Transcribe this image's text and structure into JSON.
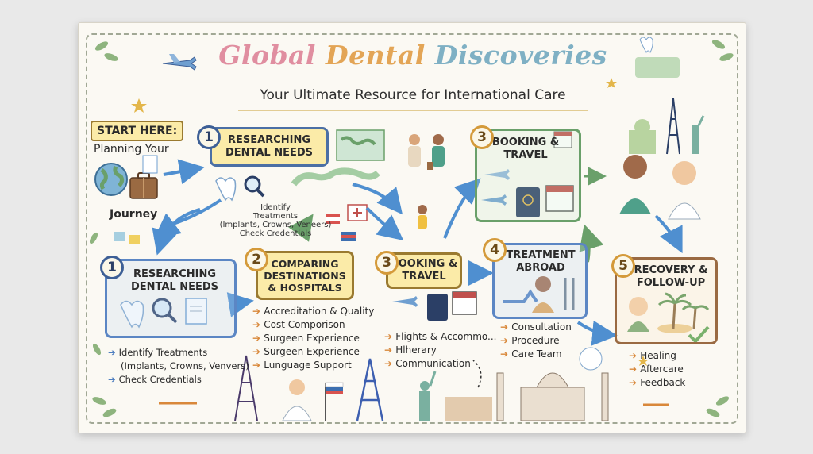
{
  "header": {
    "title_part1": "Global",
    "title_part2": "Dental",
    "title_part3": "Discoveries",
    "subtitle": "Your Ultimate Resource for International Care"
  },
  "start": {
    "label": "START HERE:",
    "line1": "Planning Your",
    "line2": "Journey"
  },
  "step1_top": {
    "number": "1",
    "title": "RESEARCHING DENTAL NEEDS",
    "caption_lines": [
      "Identify",
      "Treatments",
      "(Implants, Crowns, Veneers)",
      "Check Credentials"
    ]
  },
  "step1_left": {
    "number": "1",
    "title": "RESEARCHING DENTAL NEEDS",
    "items": [
      "Identify Treatments",
      "(Implants, Crowns, Venvers)",
      "Check Credentials"
    ]
  },
  "step2": {
    "number": "2",
    "title": "COMPARING DESTINATIONS & HOSPITALS",
    "items": [
      "Accreditation & Quality",
      "Cost Comporison",
      "Surgeen Experience",
      "Surgeen Experience",
      "Lunguage Support"
    ]
  },
  "step3_top": {
    "number": "3",
    "title": "BOOKING & TRAVEL"
  },
  "step3_mid": {
    "number": "3",
    "title": "BOOKING & TRAVEL",
    "items": [
      "Flights & Accommo...",
      "Hlherary",
      "Communication"
    ]
  },
  "step4": {
    "number": "4",
    "title": "TREATMENT ABROAD",
    "items": [
      "Consultation",
      "Procedure",
      "Care Team"
    ]
  },
  "step5": {
    "number": "5",
    "title": "RECOVERY & FOLLOW-UP",
    "items": [
      "Healing",
      "Aftercare",
      "Feedback"
    ]
  },
  "colors": {
    "frame_blue": "#5b86c4",
    "frame_green": "#6aa06a",
    "frame_brown": "#9a6a42",
    "box_yellow": "#fbeba8",
    "arrow_blue": "#4f8fd0",
    "bullet_orange": "#d9883a"
  },
  "icons": [
    "airplane-icon",
    "globe-icon",
    "suitcase-icon",
    "tooth-icon",
    "magnifier-icon",
    "world-map-icon",
    "hospital-icon",
    "passport-icon",
    "calendar-icon",
    "dentist-icon",
    "eiffel-tower-icon",
    "statue-of-liberty-icon",
    "taj-mahal-icon",
    "palm-island-icon",
    "checkmark-icon"
  ]
}
